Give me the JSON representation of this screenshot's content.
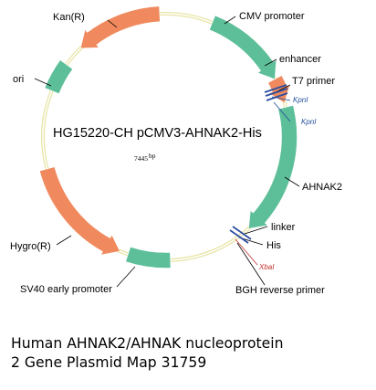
{
  "plasmid": {
    "name": "HG15220-CH pCMV3-AHNAK2-His",
    "size_label": "7445",
    "size_unit": "bp"
  },
  "features": {
    "kan": "Kan(R)",
    "cmv": "CMV promoter",
    "enhancer": "enhancer",
    "t7": "T7 primer",
    "ori": "ori",
    "ahnak2": "AHNAK2",
    "linker": "linker",
    "his": "His",
    "hygro": "Hygro(R)",
    "sv40": "SV40 early promoter",
    "bgh": "BGH reverse primer"
  },
  "sites": {
    "kpn1_a": "KpnI",
    "kpn1_b": "KpnI",
    "xba1": "XbaI"
  },
  "caption": {
    "line1": "Human AHNAK2/AHNAK nucleoprotein",
    "line2": "2 Gene Plasmid Map 31759"
  },
  "colors": {
    "teal": "#5dbf99",
    "orange": "#f08a5e",
    "backbone": "#e8e4a6",
    "primer": "#2c4fa0",
    "kpn_label": "#1f4e9c",
    "xba_label": "#c0302e"
  }
}
